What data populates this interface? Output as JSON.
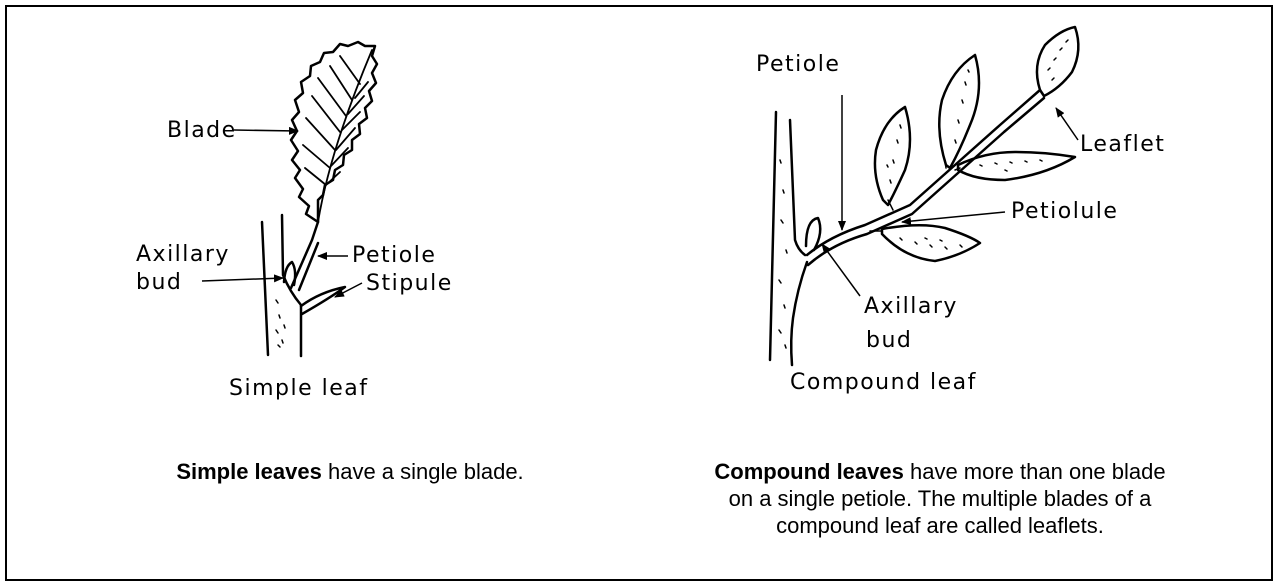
{
  "simple": {
    "labels": {
      "blade": "Blade",
      "axillary_bud_1": "Axillary",
      "axillary_bud_2": "bud",
      "petiole": "Petiole",
      "stipule": "Stipule"
    },
    "figure_title": "Simple leaf",
    "caption_bold": "Simple leaves",
    "caption_rest": " have a single blade."
  },
  "compound": {
    "labels": {
      "petiole": "Petiole",
      "leaflet": "Leaflet",
      "petiolule": "Petiolule",
      "axillary_bud_1": "Axillary",
      "axillary_bud_2": "bud"
    },
    "figure_title": "Compound leaf",
    "caption_bold": "Compound leaves",
    "caption_line1_rest": " have more than one blade",
    "caption_line2": "on a single petiole.  The multiple blades of a",
    "caption_line3": "compound leaf are called leaflets."
  }
}
